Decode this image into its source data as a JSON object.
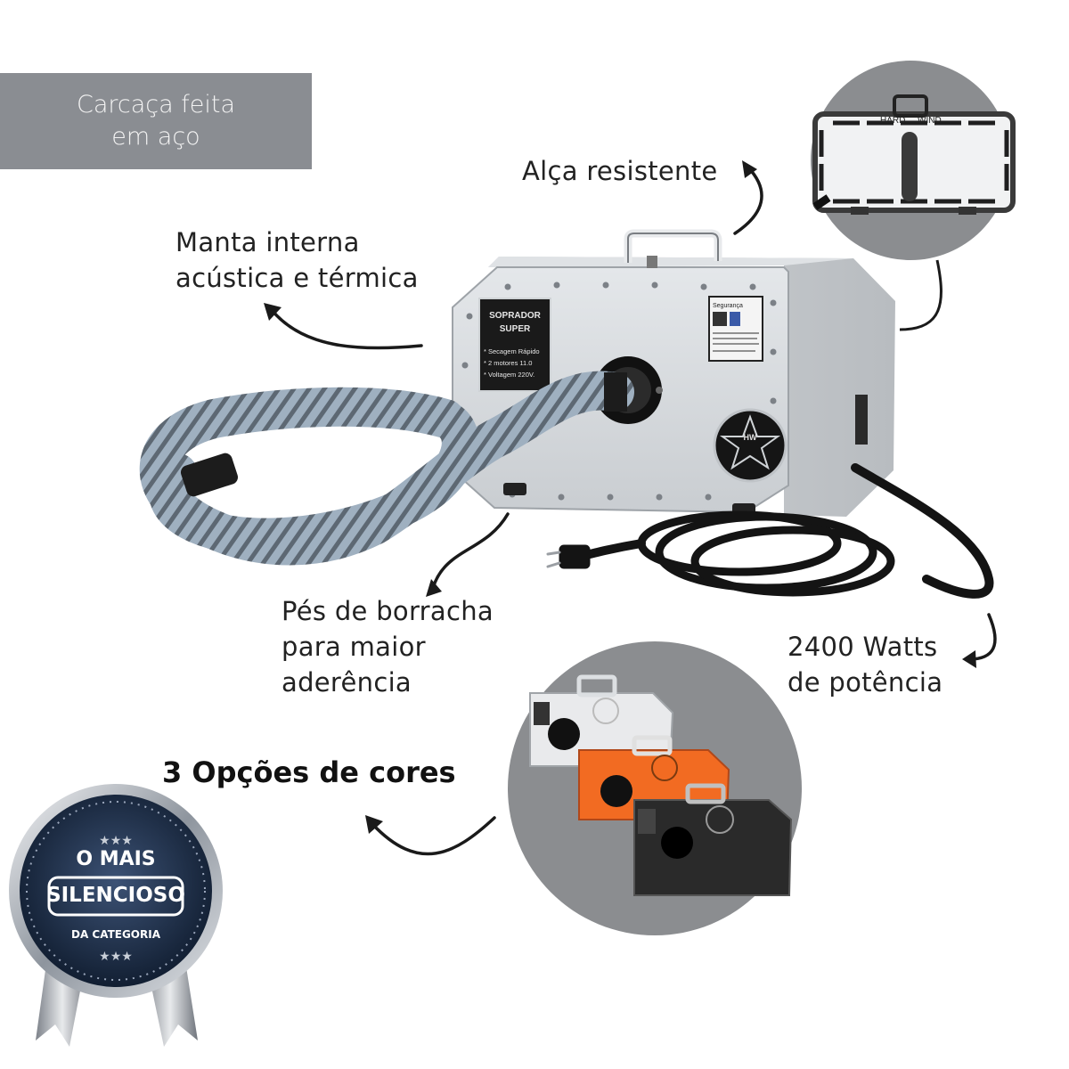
{
  "callouts": {
    "housing_line1": "Carcaça feita",
    "housing_line2": "em aço",
    "handle": "Alça resistente",
    "lining_line1": "Manta interna",
    "lining_line2": "acústica e térmica",
    "feet_line1": "Pés de borracha",
    "feet_line2": "para maior",
    "feet_line3": "aderência",
    "power_line1": "2400 Watts",
    "power_line2": "de potência",
    "colors": "3 Opções de cores"
  },
  "product_label": {
    "title_line1": "SOPRADOR",
    "title_line2": "SUPER",
    "spec1": "* Secagem Rápido",
    "spec2": "* 2 motores 11.0",
    "spec3": "* Voltagem 220V."
  },
  "safety_label": {
    "title": "Segurança"
  },
  "star_badge": {
    "text": "HW"
  },
  "top_view": {
    "brand_left": "HARD",
    "brand_right": "WIND"
  },
  "seal": {
    "line1": "O MAIS",
    "line2": "SILENCIOSO",
    "line3": "DA CATEGORIA"
  },
  "colors": {
    "tag_box": "#8a8d92",
    "circle_bg": "#8b8d90",
    "white_variant": "#e9eaec",
    "orange_variant": "#f26b22",
    "black_variant": "#2a2a2a"
  },
  "icons": [
    "curved-arrow-icon",
    "star-icon"
  ]
}
